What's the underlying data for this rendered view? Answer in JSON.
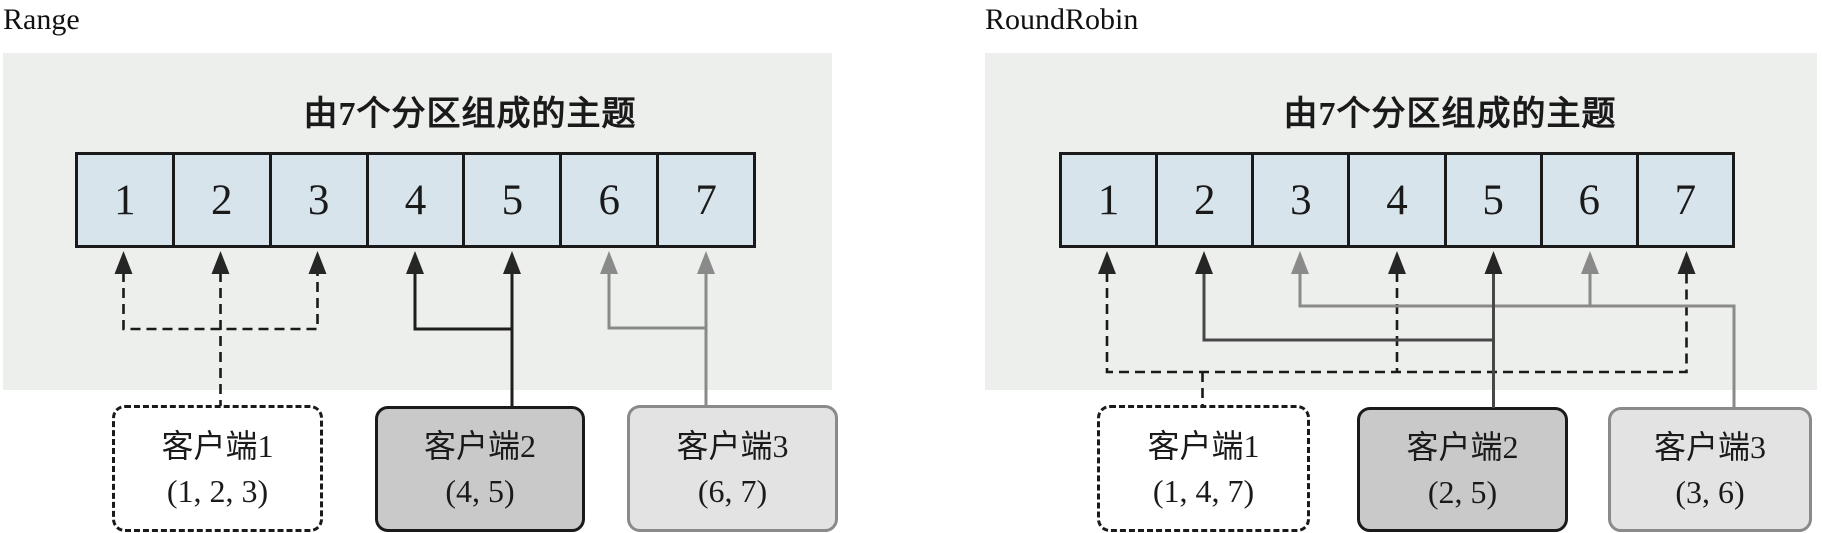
{
  "colors": {
    "panel_bg": "#edefec",
    "partition_fill": "#d8e4ec",
    "line_black": "#1a1a1a",
    "line_dark_left": "#1e1e1e",
    "line_dark_right": "#474747",
    "line_gray": "#8a8a8a",
    "arrow_dark": "#262626",
    "client2_fill": "#c9c9c9",
    "client3_fill": "#e3e3e3"
  },
  "diagrams": [
    {
      "label": "Range",
      "topic_title": "由7个分区组成的主题",
      "partitions": [
        "1",
        "2",
        "3",
        "4",
        "5",
        "6",
        "7"
      ],
      "clients": [
        {
          "name": "客户端1",
          "assignment": "(1, 2, 3)",
          "assigned_partitions": [
            1,
            2,
            3
          ],
          "style": "dashed-white"
        },
        {
          "name": "客户端2",
          "assignment": "(4, 5)",
          "assigned_partitions": [
            4,
            5
          ],
          "style": "solid-dark-gray"
        },
        {
          "name": "客户端3",
          "assignment": "(6, 7)",
          "assigned_partitions": [
            6,
            7
          ],
          "style": "solid-light-gray"
        }
      ]
    },
    {
      "label": "RoundRobin",
      "topic_title": "由7个分区组成的主题",
      "partitions": [
        "1",
        "2",
        "3",
        "4",
        "5",
        "6",
        "7"
      ],
      "clients": [
        {
          "name": "客户端1",
          "assignment": "(1, 4, 7)",
          "assigned_partitions": [
            1,
            4,
            7
          ],
          "style": "dashed-white"
        },
        {
          "name": "客户端2",
          "assignment": "(2, 5)",
          "assigned_partitions": [
            2,
            5
          ],
          "style": "solid-dark-gray"
        },
        {
          "name": "客户端3",
          "assignment": "(3, 6)",
          "assigned_partitions": [
            3,
            6
          ],
          "style": "solid-light-gray"
        }
      ]
    }
  ]
}
